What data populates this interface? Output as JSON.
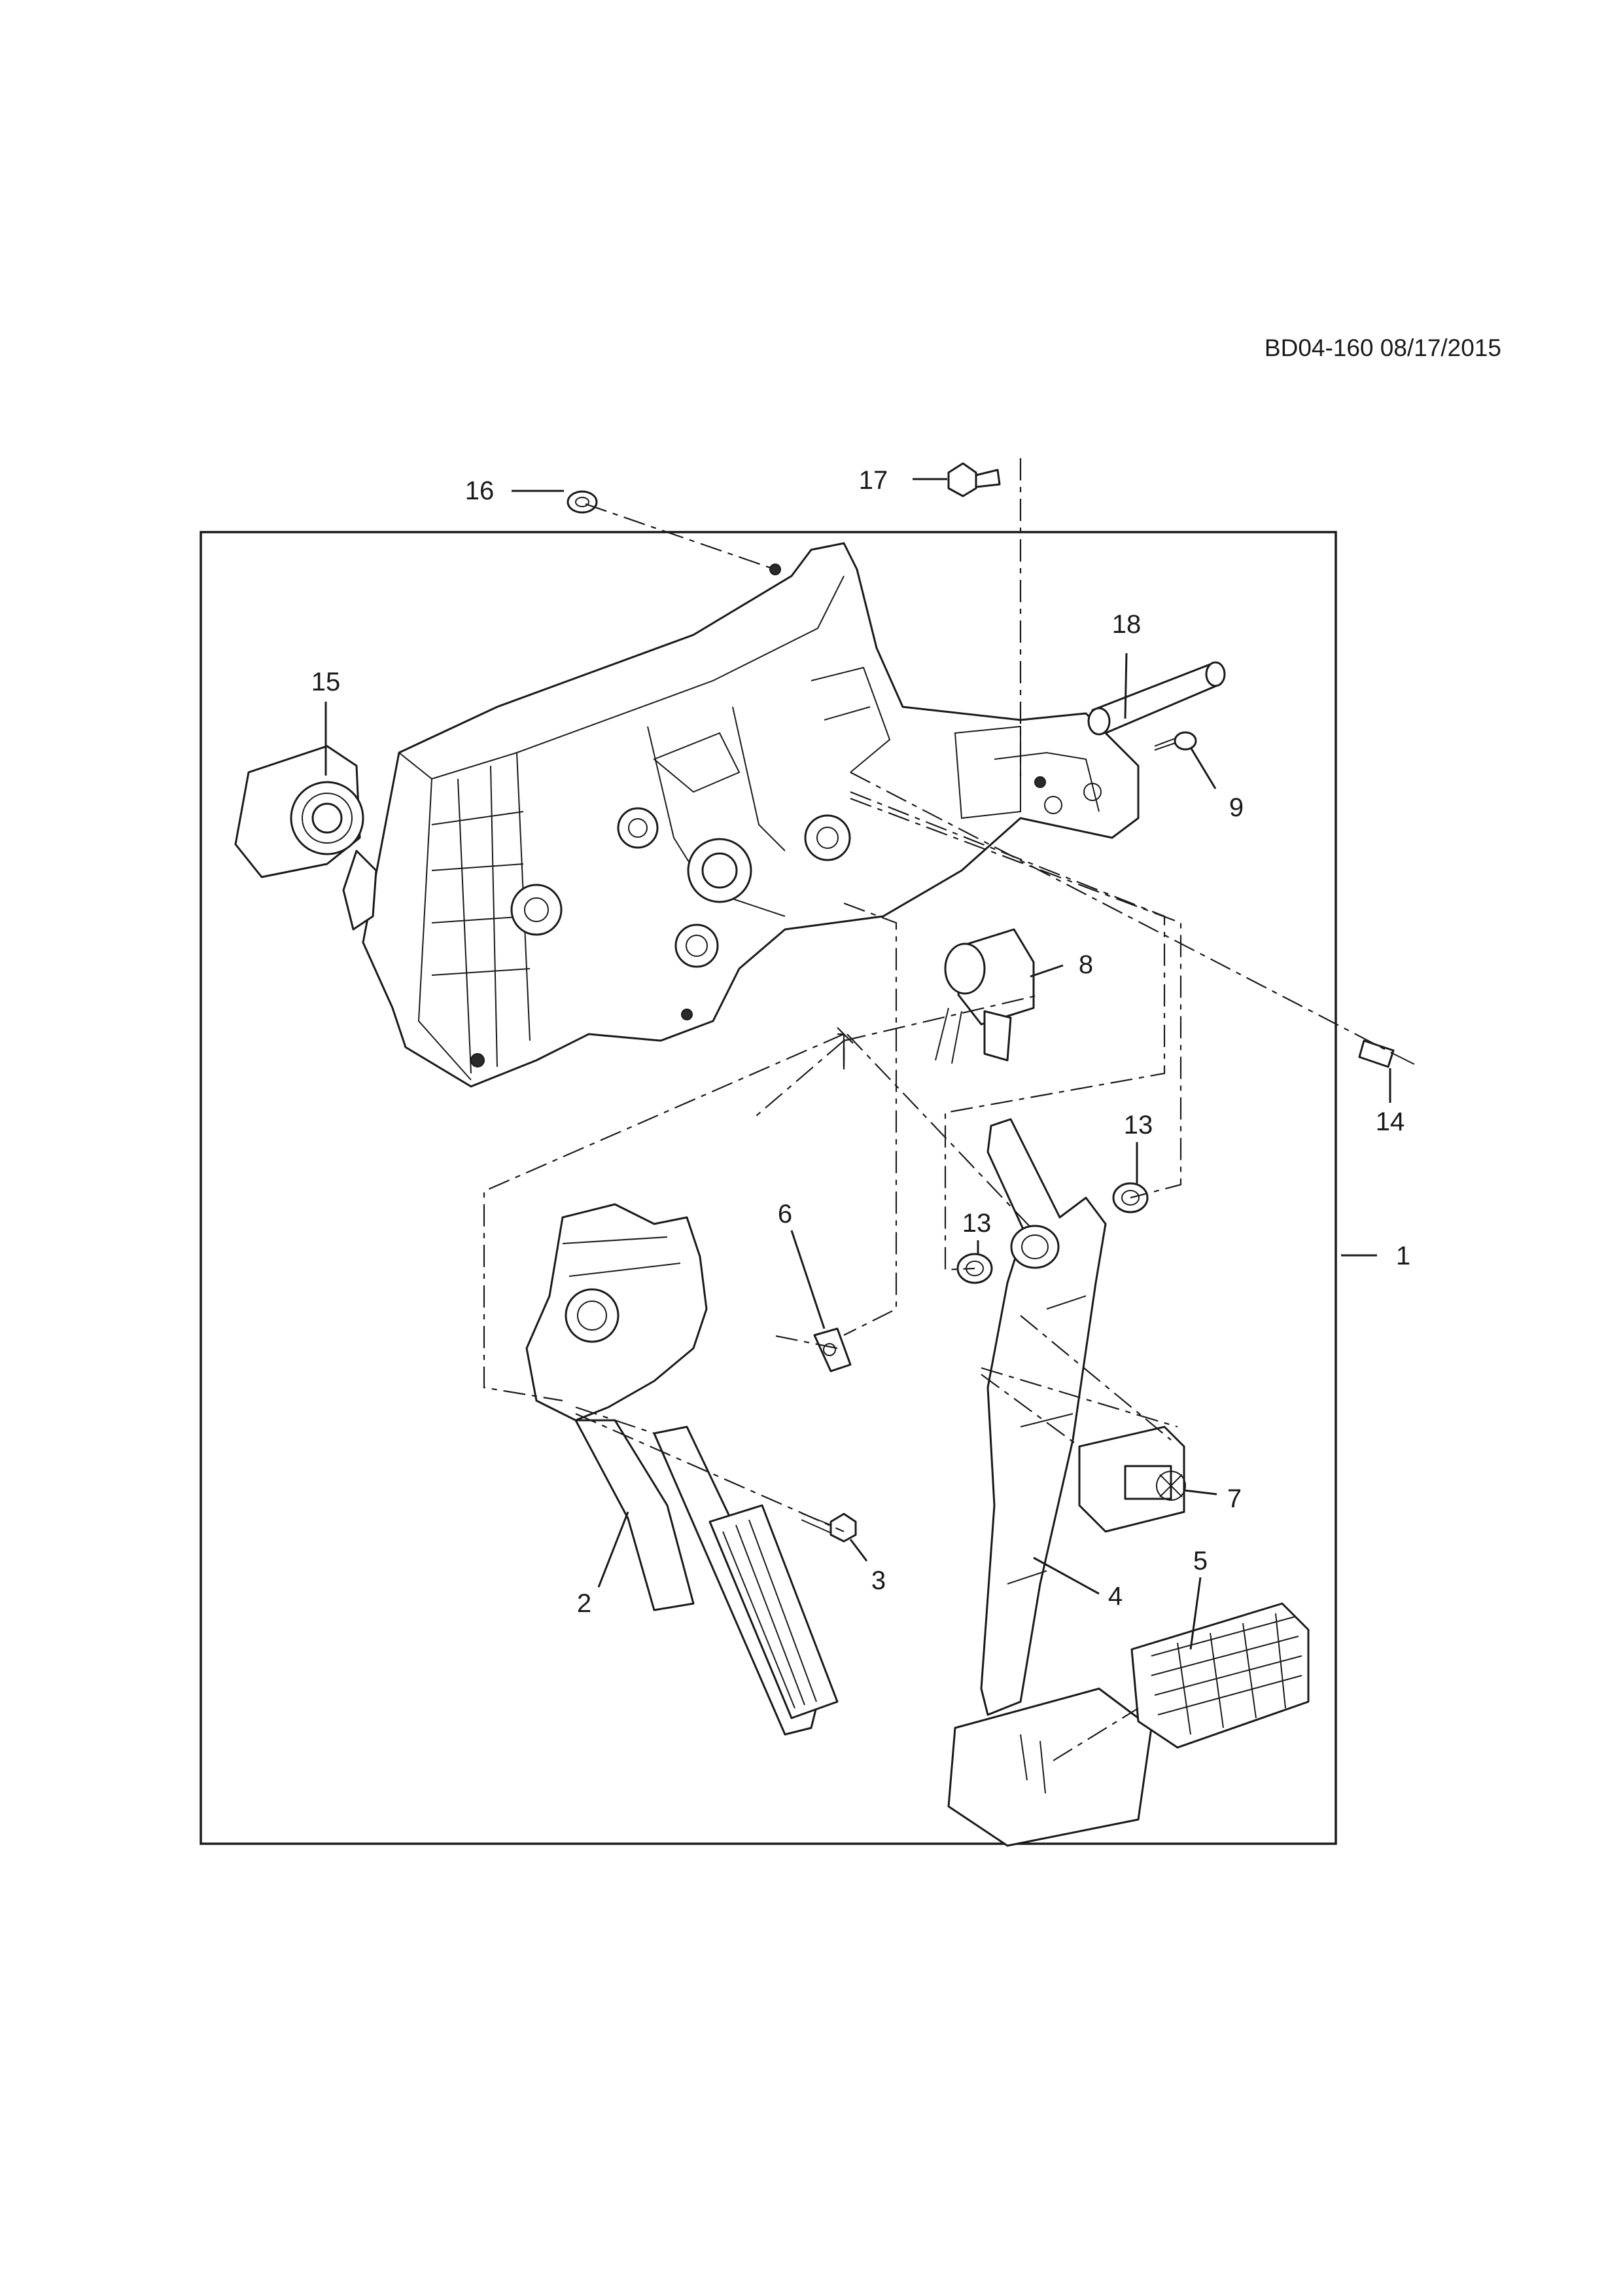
{
  "document": {
    "code": "BD04-160 08/17/2015"
  },
  "callouts": [
    {
      "id": "c1",
      "label": "1"
    },
    {
      "id": "c2",
      "label": "2"
    },
    {
      "id": "c3",
      "label": "3"
    },
    {
      "id": "c4",
      "label": "4"
    },
    {
      "id": "c5",
      "label": "5"
    },
    {
      "id": "c6",
      "label": "6"
    },
    {
      "id": "c7",
      "label": "7"
    },
    {
      "id": "c8",
      "label": "8"
    },
    {
      "id": "c9",
      "label": "9"
    },
    {
      "id": "c13a",
      "label": "13"
    },
    {
      "id": "c13b",
      "label": "13"
    },
    {
      "id": "c14",
      "label": "14"
    },
    {
      "id": "c15",
      "label": "15"
    },
    {
      "id": "c16",
      "label": "16"
    },
    {
      "id": "c17",
      "label": "17"
    },
    {
      "id": "c18",
      "label": "18"
    }
  ]
}
